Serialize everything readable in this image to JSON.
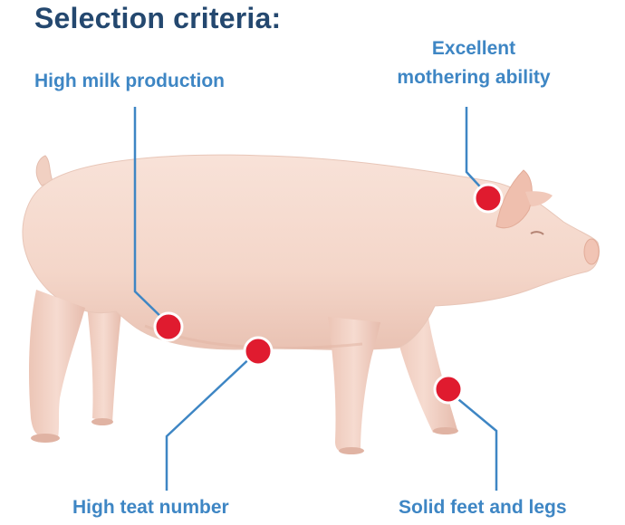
{
  "title": "Selection criteria:",
  "criteria": {
    "milk": {
      "label": "High milk production"
    },
    "mothering": {
      "label_line1": "Excellent",
      "label_line2": "mothering ability"
    },
    "teat": {
      "label": "High teat number"
    },
    "feet": {
      "label": "Solid feet and legs"
    }
  },
  "colors": {
    "title": "#24486f",
    "label": "#3e86c4",
    "leader_line": "#3e86c4",
    "marker": "#e01b2f",
    "pig_body": "#f6dbd0"
  }
}
